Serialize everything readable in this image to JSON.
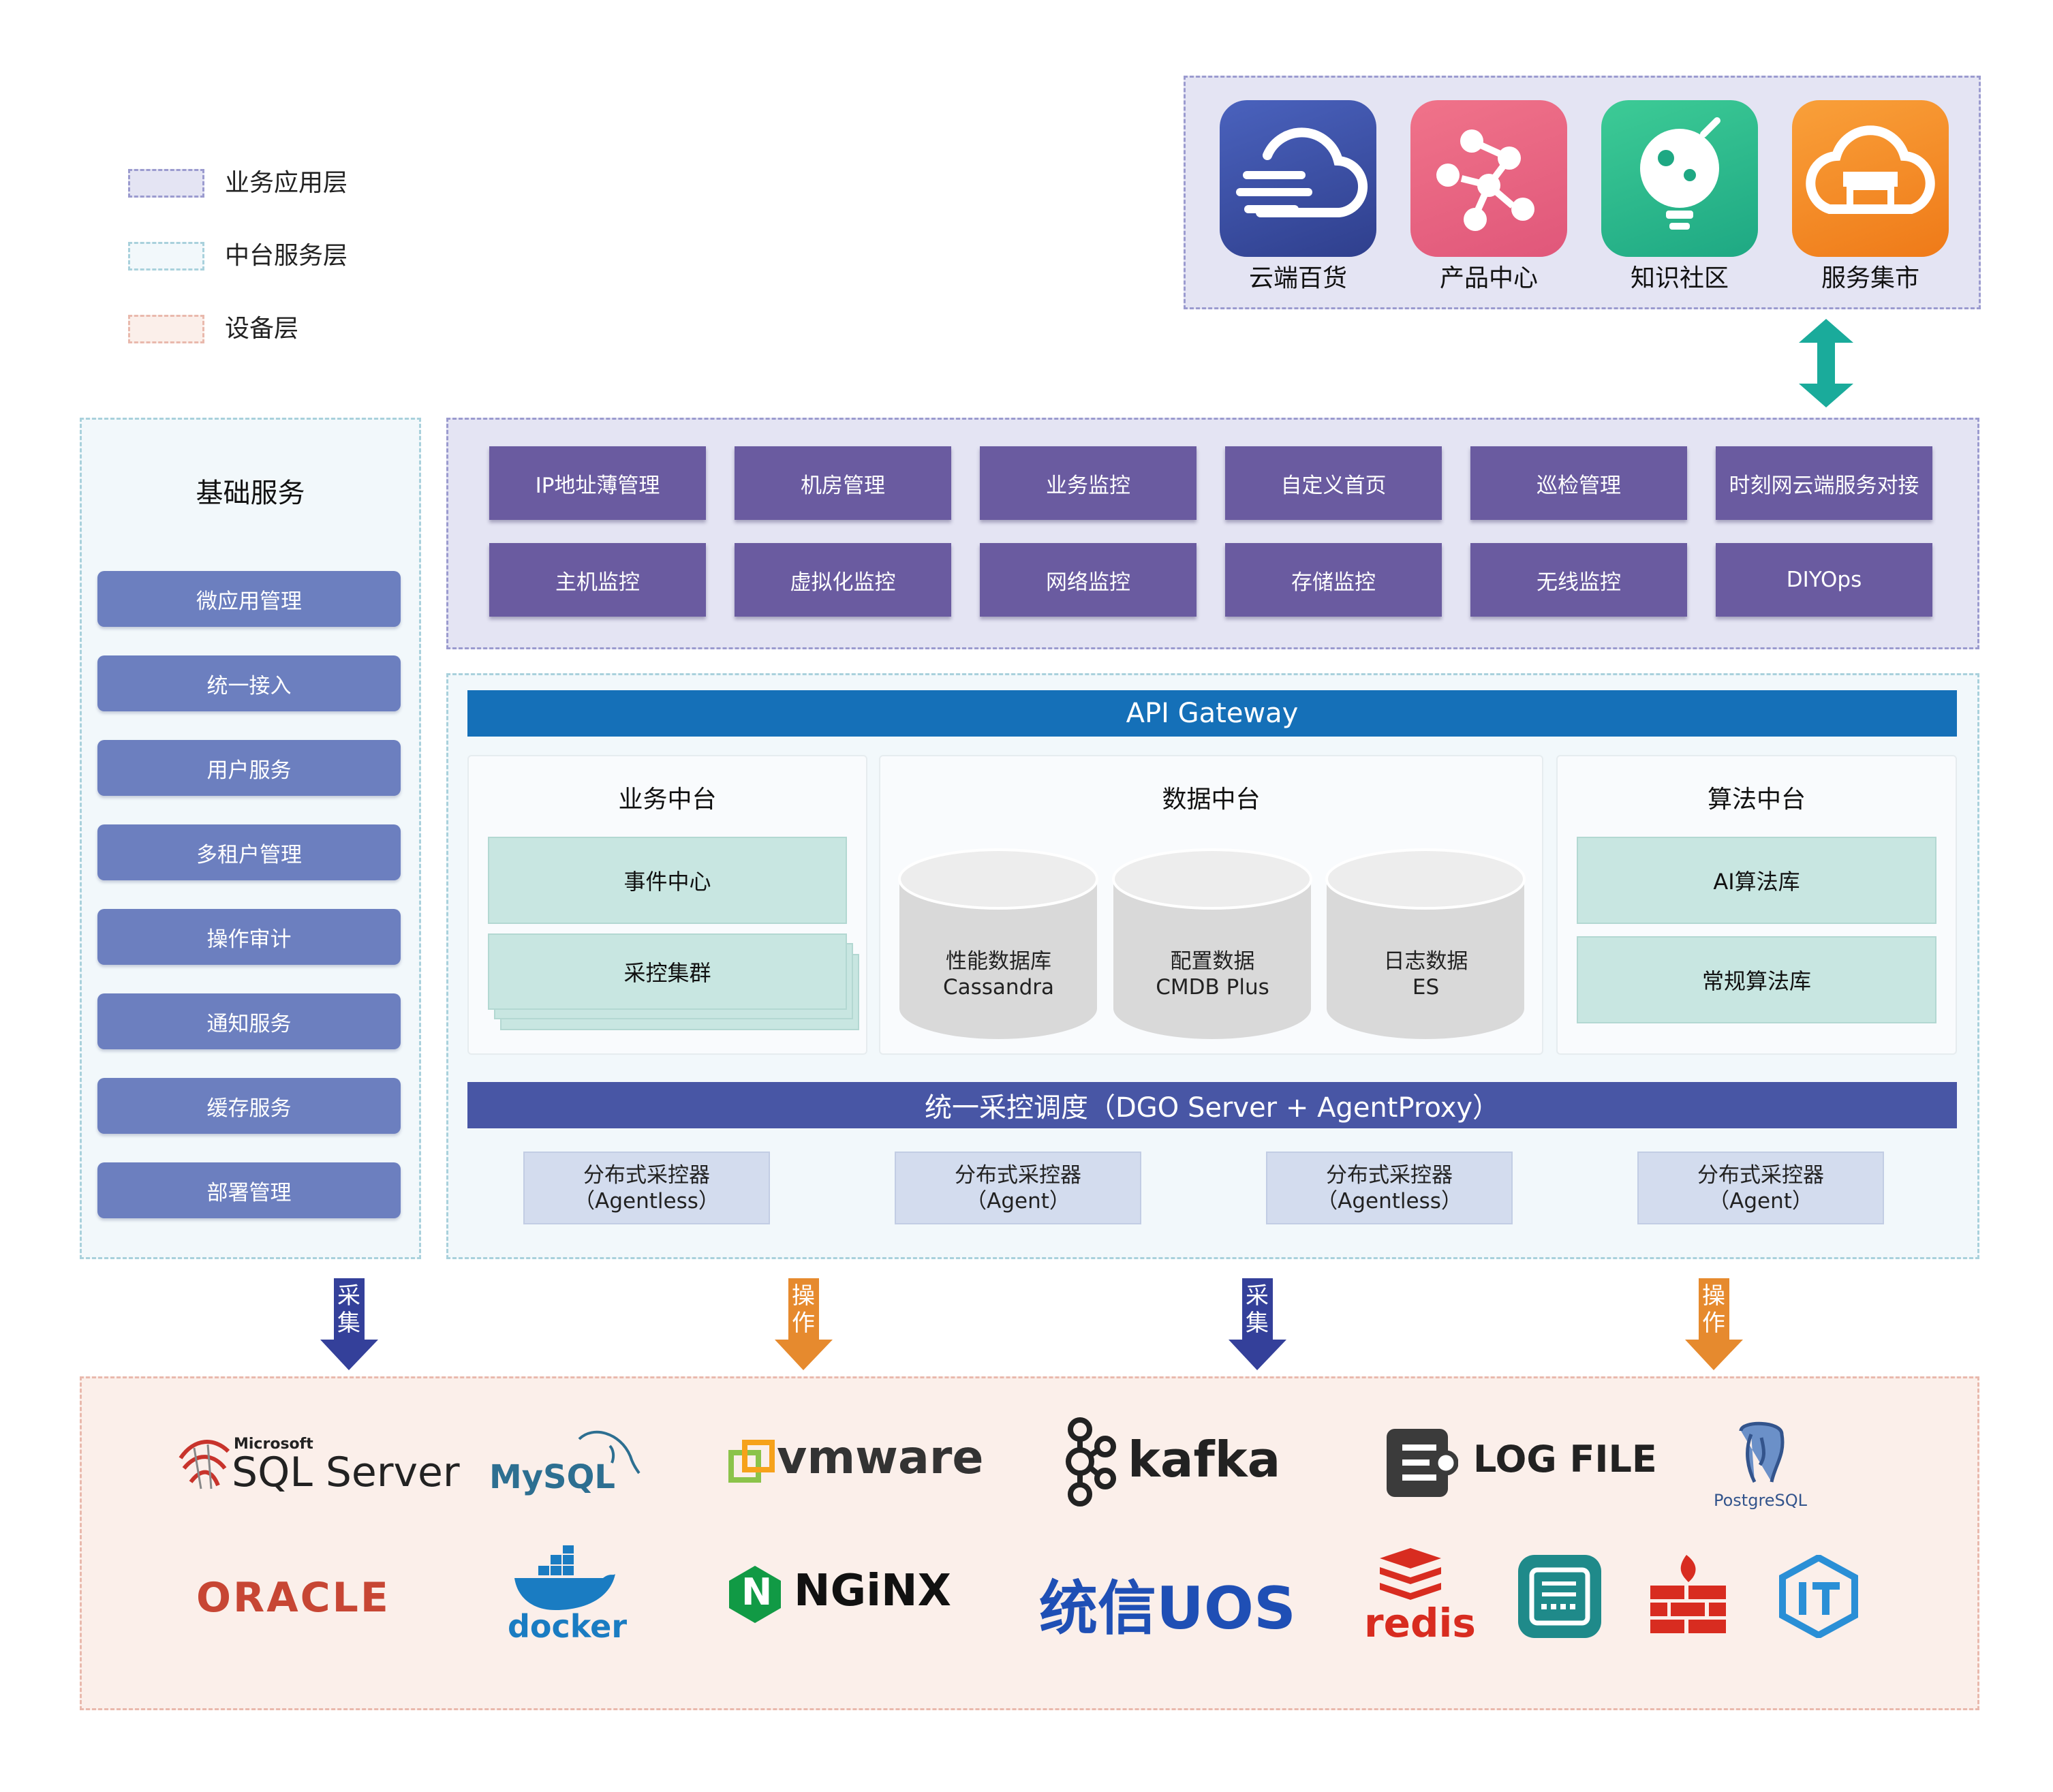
{
  "legend": [
    {
      "label": "业务应用层",
      "color": "#e4e4f3",
      "border": "#9b9bcf"
    },
    {
      "label": "中台服务层",
      "color": "#f2f8fb",
      "border": "#a9d1dc"
    },
    {
      "label": "设备层",
      "color": "#fbefea",
      "border": "#e9b9ad"
    }
  ],
  "apps": [
    {
      "label": "云端百货",
      "icon": "cloud-icon",
      "color": "#3d52a6"
    },
    {
      "label": "产品中心",
      "icon": "network-nodes-icon",
      "color": "#e7607f"
    },
    {
      "label": "知识社区",
      "icon": "lightbulb-icon",
      "color": "#2fb88f"
    },
    {
      "label": "服务集市",
      "icon": "shop-icon",
      "color": "#f0801e"
    }
  ],
  "basic_services": {
    "title": "基础服务",
    "items": [
      "微应用管理",
      "统一接入",
      "用户服务",
      "多租户管理",
      "操作审计",
      "通知服务",
      "缓存服务",
      "部署管理"
    ]
  },
  "modules": [
    "IP地址薄管理",
    "机房管理",
    "业务监控",
    "自定义首页",
    "巡检管理",
    "时刻网云端服务对接",
    "主机监控",
    "虚拟化监控",
    "网络监控",
    "存储监控",
    "无线监控",
    "DIYOps"
  ],
  "api_gateway": "API Gateway",
  "business_platform": {
    "title": "业务中台",
    "items": [
      "事件中心",
      "采控集群"
    ]
  },
  "data_platform": {
    "title": "数据中台",
    "databases": [
      "性能数据库\nCassandra",
      "配置数据\nCMDB Plus",
      "日志数据\nES"
    ]
  },
  "algorithm_platform": {
    "title": "算法中台",
    "items": [
      "AI算法库",
      "常规算法库"
    ]
  },
  "dispatch_bar": "统一采控调度（DGO Server + AgentProxy）",
  "collectors": [
    "分布式采控器\n（Agentless）",
    "分布式采控器\n（Agent）",
    "分布式采控器\n（Agentless）",
    "分布式采控器\n（Agent）"
  ],
  "flow_arrows": [
    {
      "label": "采集",
      "color": "#34409a"
    },
    {
      "label": "操作",
      "color": "#e68a2e"
    },
    {
      "label": "采集",
      "color": "#34409a"
    },
    {
      "label": "操作",
      "color": "#e68a2e"
    }
  ],
  "devices": {
    "sqlserver_small": "Microsoft",
    "sqlserver": "SQL Server",
    "mysql": "MySQL",
    "vmware": "vmware",
    "kafka": "kafka",
    "logfile": "LOG FILE",
    "postgresql": "PostgreSQL",
    "oracle": "ORACLE",
    "docker": "docker",
    "nginx": "NGiNX",
    "uos": "统信UOS",
    "redis": "redis",
    "n_badge": "N"
  }
}
